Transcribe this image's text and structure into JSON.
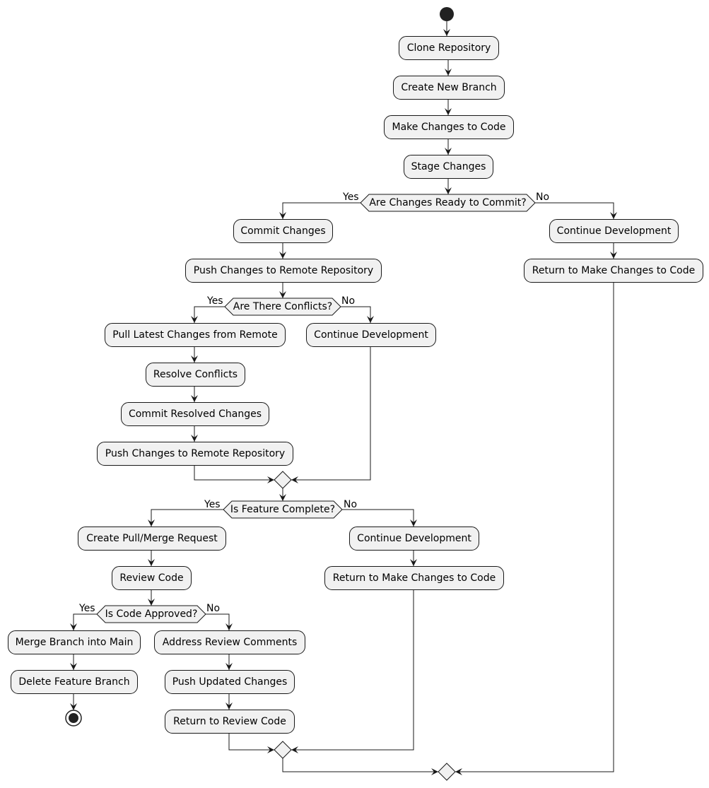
{
  "actions": {
    "clone": "Clone Repository",
    "branch": "Create New Branch",
    "make": "Make Changes to Code",
    "stage": "Stage Changes",
    "commit": "Commit Changes",
    "cont1": "Continue Development",
    "ret1": "Return to Make Changes to Code",
    "push1": "Push Changes to Remote Repository",
    "pull": "Pull Latest Changes from Remote",
    "cont2": "Continue Development",
    "resolve": "Resolve Conflicts",
    "commitres": "Commit Resolved Changes",
    "push2": "Push Changes to Remote Repository",
    "pr": "Create Pull/Merge Request",
    "cont3": "Continue Development",
    "review": "Review Code",
    "ret3": "Return to Make Changes to Code",
    "merge": "Merge Branch into Main",
    "address": "Address Review Comments",
    "delete": "Delete Feature Branch",
    "pushupd": "Push Updated Changes",
    "retreview": "Return to Review Code"
  },
  "decisions": {
    "ready": "Are Changes Ready to Commit?",
    "conflicts": "Are There Conflicts?",
    "complete": "Is Feature Complete?",
    "approved": "Is Code Approved?"
  },
  "branch_labels": {
    "yes": "Yes",
    "no": "No"
  }
}
